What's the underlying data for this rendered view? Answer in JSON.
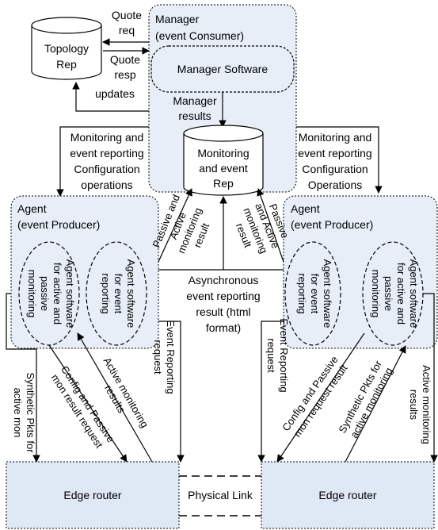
{
  "colors": {
    "container_fill": "#e8eef8",
    "router_fill": "#dfe8f5",
    "stroke": "#000000"
  },
  "manager": {
    "title_line1": "Manager",
    "title_line2": "(event Consumer)",
    "software": "Manager Software",
    "results_line1": "Manager",
    "results_line2": "results"
  },
  "topology": {
    "line1": "Topology",
    "line2": "Rep",
    "quote_req_line1": "Quote",
    "quote_req_line2": "req",
    "quote_resp_line1": "Quote",
    "quote_resp_line2": "resp",
    "updates": "updates"
  },
  "repository": {
    "line1": "Monitoring",
    "line2": "and event",
    "line3": "Rep"
  },
  "monitoring_left": {
    "line1": "Monitoring and",
    "line2": "event reporting",
    "line3": "Configuration",
    "line4": "operations"
  },
  "monitoring_right": {
    "line1": "Monitoring and",
    "line2": "event reporting",
    "line3": "Configuration",
    "line4": "Operations"
  },
  "agent_left": {
    "title_line1": "Agent",
    "title_line2": "(event Producer)",
    "active_passive": [
      "Agent software",
      "for active and",
      "passive",
      "monitoring"
    ],
    "event_reporting": [
      "Agent software",
      "for event",
      "reporting"
    ]
  },
  "agent_right": {
    "title_line1": "Agent",
    "title_line2": "(event Producer)",
    "event_reporting": [
      "Agent software",
      "for event",
      "reporting"
    ],
    "active_passive": [
      "Agent software",
      "for active and",
      "passive",
      "monitoring"
    ]
  },
  "results": {
    "passive_active_left": [
      "Passive and",
      "Active",
      "monitoring",
      "result"
    ],
    "passive_active_right": [
      "Passive",
      "and Active",
      "monitoring",
      "result"
    ],
    "async": [
      "Asynchronous",
      "event reporting",
      "result (html",
      "format)"
    ]
  },
  "requests": {
    "event_reporting_left": [
      "Event Reporting",
      "request"
    ],
    "event_reporting_right": [
      "Event Reporting",
      "request"
    ],
    "synthetic_left": [
      "Synthetic Pkts for",
      "active mon"
    ],
    "config_passive_left": [
      "Config and Passive",
      "mon result request"
    ],
    "active_results_left": [
      "Active monitoring",
      "results"
    ],
    "config_passive_right": [
      "Config and Passive",
      "mon request result"
    ],
    "synthetic_right": [
      "Synthetic Pkts for",
      "active monitoring"
    ],
    "active_results_right": [
      "Active monitoring",
      "results"
    ]
  },
  "routers": {
    "left": "Edge router",
    "link": "Physical Link",
    "right": "Edge router"
  }
}
